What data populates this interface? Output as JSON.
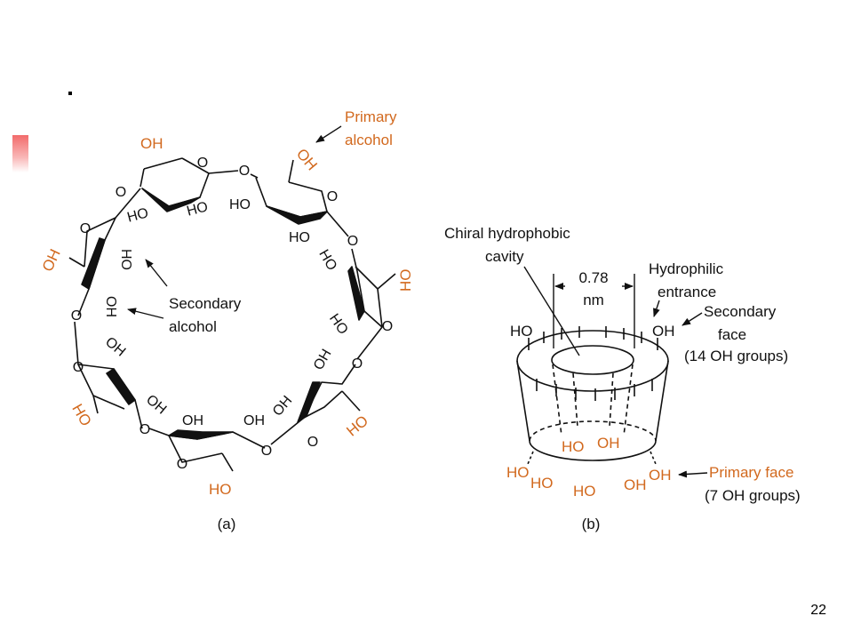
{
  "colors": {
    "orange": "#d2691e",
    "black": "#111111"
  },
  "slide": {
    "page_number": "22"
  },
  "panel_a": {
    "caption": "(a)",
    "primary_alcohol_label": [
      "Primary",
      "alcohol"
    ],
    "secondary_alcohol_label": [
      "Secondary",
      "alcohol"
    ],
    "ring_oxygen": "O",
    "primary_oh": [
      "OH",
      "OH",
      "HO",
      "HO",
      "HO",
      "HO",
      "OH"
    ],
    "secondary_oh": [
      "HO",
      "HO",
      "HO",
      "HO",
      "HO",
      "HO",
      "HO",
      "OH",
      "OH",
      "OH",
      "OH",
      "OH",
      "OH",
      "OH"
    ]
  },
  "panel_b": {
    "caption": "(b)",
    "cavity_label": [
      "Chiral hydrophobic",
      "cavity"
    ],
    "diameter_label": [
      "0.78",
      "nm"
    ],
    "hydrophilic_label": [
      "Hydrophilic",
      "entrance"
    ],
    "secondary_face_label": [
      "Secondary",
      "face",
      "(14 OH groups)"
    ],
    "primary_face_label": [
      "Primary face",
      "(7 OH groups)"
    ],
    "top_oh": [
      "HO",
      "OH"
    ],
    "inner_bottom_oh": [
      "HO",
      "OH"
    ],
    "bottom_oh": [
      "HO",
      "HO",
      "HO",
      "OH",
      "OH"
    ]
  }
}
